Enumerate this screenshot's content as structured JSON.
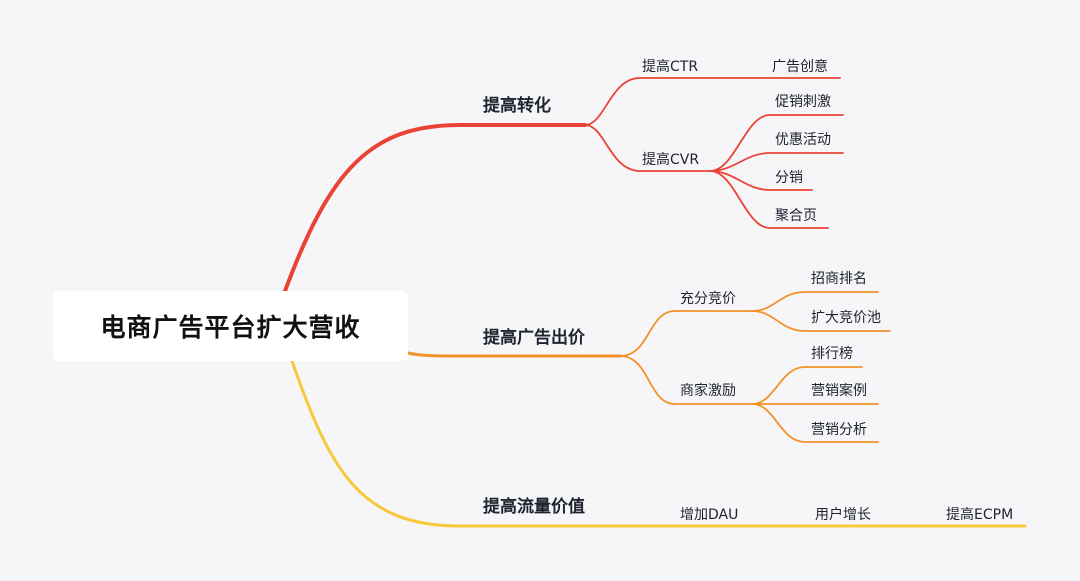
{
  "root": {
    "label": "电商广告平台扩大营收"
  },
  "colors": {
    "red": "#ea4336",
    "orange": "#f2922a",
    "yellow": "#f7c93a"
  },
  "branches": [
    {
      "label": "提高转化",
      "color": "red",
      "children": [
        {
          "label": "提高CTR",
          "children": [
            "广告创意"
          ]
        },
        {
          "label": "提高CVR",
          "children": [
            "促销刺激",
            "优惠活动",
            "分销",
            "聚合页"
          ]
        }
      ]
    },
    {
      "label": "提高广告出价",
      "color": "orange",
      "children": [
        {
          "label": "充分竞价",
          "children": [
            "招商排名",
            "扩大竞价池"
          ]
        },
        {
          "label": "商家激励",
          "children": [
            "排行榜",
            "营销案例",
            "营销分析"
          ]
        }
      ]
    },
    {
      "label": "提高流量价值",
      "color": "yellow",
      "children": [
        {
          "label": "增加DAU",
          "children": []
        },
        {
          "label": "用户增长",
          "children": []
        },
        {
          "label": "提高ECPM",
          "children": []
        }
      ]
    }
  ]
}
